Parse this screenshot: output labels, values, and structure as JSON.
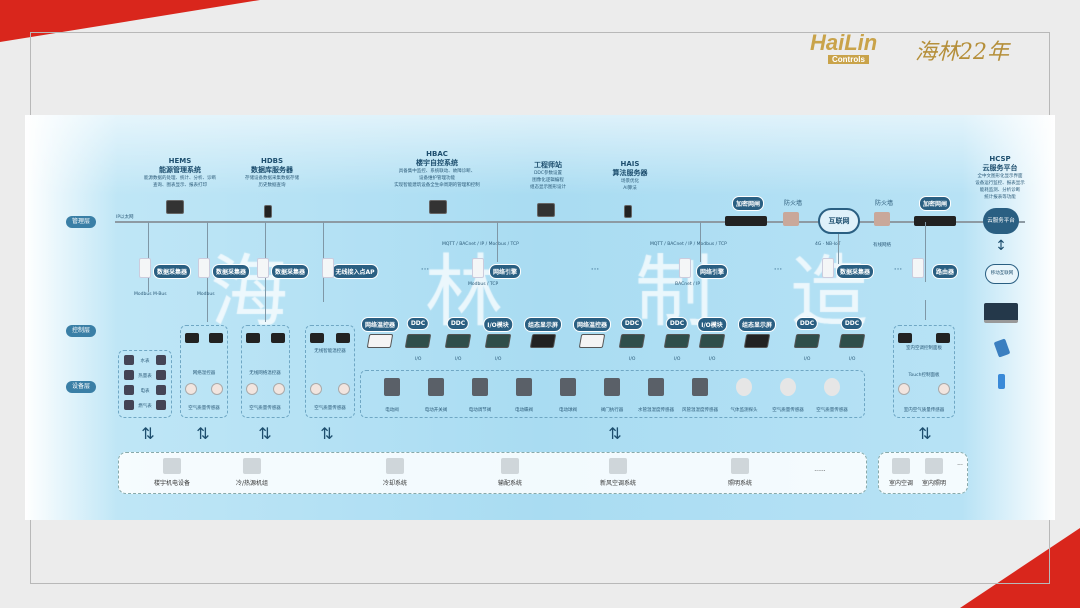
{
  "brand": {
    "logo_main": "HaiLin",
    "logo_sub": "Controls",
    "anniversary": "海林22年"
  },
  "layers": [
    "管理层",
    "控制层",
    "设备层"
  ],
  "bus_label": "IP以太网",
  "headers": [
    {
      "code": "HEMS",
      "name": "能源管理系统",
      "desc": "能源数据的处理、统计、分析、诊断\n查询、图表显示、报表打印"
    },
    {
      "code": "HDBS",
      "name": "数据库服务器",
      "desc": "存储设备数据采集数据存储\n历史数据查询"
    },
    {
      "code": "HBAC",
      "name": "楼宇自控系统",
      "desc": "具备集中监控、系统联动、故障诊断、\n设备维护管理功能\n实现智能建筑设备全生命周期的管理和控制"
    },
    {
      "code": "",
      "name": "工程师站",
      "desc": "DDC参数设置\n图像化逻辑编程\n组态显示图形设计"
    },
    {
      "code": "HAIS",
      "name": "算法服务器",
      "desc": "场景优化\nAI算法"
    },
    {
      "code": "HCSP",
      "name": "云服务平台",
      "desc": "全中文图形化显示界面\n设备运行监控、报表显示\n能耗监测、分析诊断\n统计报表等功能"
    }
  ],
  "network": {
    "gateway1": "加密网闸",
    "gateway2": "加密网闸",
    "firewall1": "防火墙",
    "firewall2": "防火墙",
    "internet": "互联网",
    "cloud": "云服务平台",
    "mobile": "移动互联网",
    "protocol": "MQTT / BACnet / IP / Modbus / TCP",
    "modbus_tcp": "Modbus / TCP",
    "bacnet_ip": "BACnet / IP",
    "mbus": "Modbus M-Bus",
    "modbus": "Modbus",
    "io": "I/O",
    "signal": "4G · NB-IoT",
    "wired": "有线网络",
    "ellipsis": "···"
  },
  "collectors": [
    "数据采集器",
    "数据采集器",
    "数据采集器",
    "无线接入点AP",
    "网络引擎",
    "网络引擎",
    "数据采集器",
    "路由器"
  ],
  "controllers": [
    "网络温控器",
    "DDC",
    "DDC",
    "I/O模块",
    "组态显示屏",
    "网络温控器",
    "DDC",
    "DDC",
    "I/O模块",
    "组态显示屏",
    "DDC",
    "DDC"
  ],
  "meters": [
    "水表",
    "热量表",
    "电表",
    "燃气表"
  ],
  "group_labels": [
    "网络温控器",
    "无线网络温控器",
    "无线智能温控器",
    "空气质量传感器",
    "空气质量传感器",
    "空气质量传感器",
    "室内空调控制面板",
    "Touch控制面板",
    "室内空气质量传感器"
  ],
  "field_devices": [
    "电动阀",
    "电动开关阀",
    "电动调节阀",
    "电动蝶阀",
    "电动球阀",
    "阀门执行器",
    "水管温湿度传感器",
    "风管温湿度传感器",
    "气体监测探头",
    "空气质量传感器",
    "空气质量传感器"
  ],
  "bottom_systems": [
    "楼宇机电设备",
    "冷/热源机组",
    "冷却系统",
    "输配系统",
    "新风空调系统",
    "照明系统",
    "······"
  ],
  "indoor_systems": [
    "室内空调",
    "室内照明",
    "···"
  ],
  "watermark": [
    "海",
    "林",
    "制",
    "造"
  ]
}
